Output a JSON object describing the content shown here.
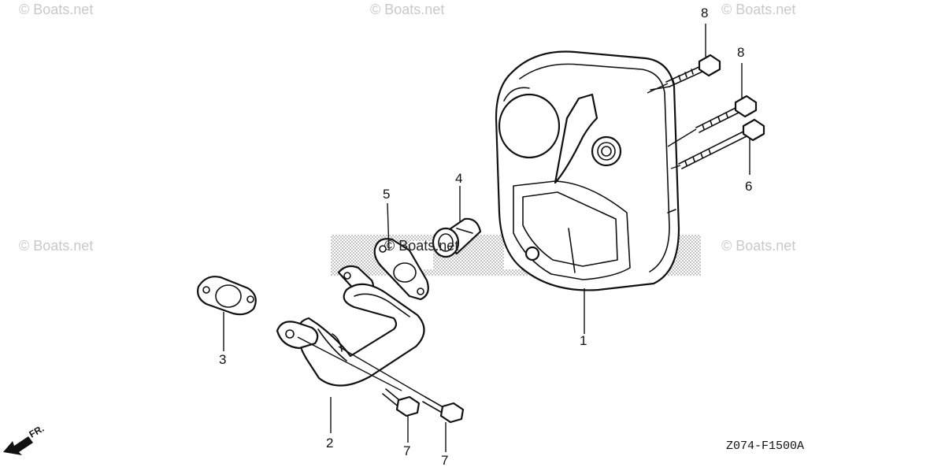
{
  "watermark": {
    "text": "© Boats.net",
    "color": "#c9c9c9"
  },
  "callouts": {
    "muffler": "1",
    "exhaust_pipe": "2",
    "gasket_3": "3",
    "spark_arrester": "4",
    "gasket_5": "5",
    "bolt_6": "6",
    "bolt_7_left": "7",
    "bolt_7_right": "7",
    "bolt_8_top": "8",
    "bolt_8_mid": "8"
  },
  "direction_label": "FR.",
  "diagram_code": "Z074-F1500A",
  "icons": [
    "fr-arrow-icon"
  ],
  "colors": {
    "line": "#111111",
    "background": "#ffffff",
    "halftone": "#9a9a9a"
  }
}
